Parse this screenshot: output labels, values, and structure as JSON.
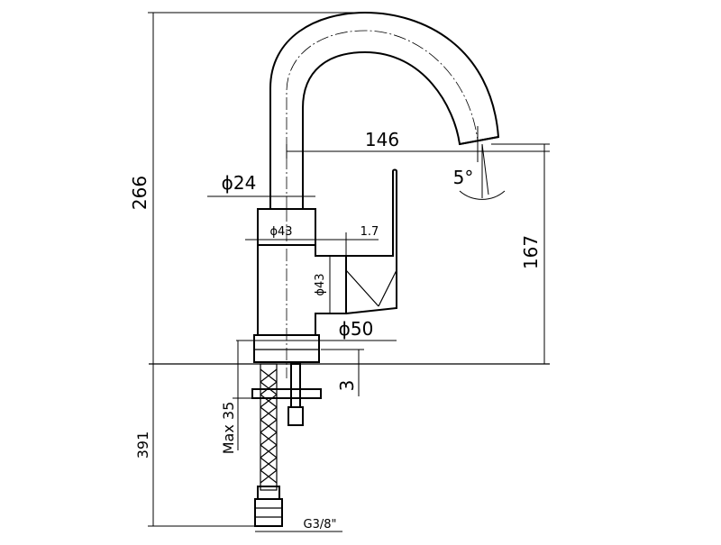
{
  "dimensions": {
    "total_height_top": "266",
    "spout_reach": "146",
    "spout_diameter": "ϕ24",
    "spout_angle": "5°",
    "body_diameter_top": "ϕ43",
    "handle_gap": "1.7",
    "body_diameter_side": "ϕ43",
    "spout_height": "167",
    "base_diameter": "ϕ50",
    "base_thickness": "3",
    "max_counter_thickness": "Max 35",
    "hose_length": "391",
    "hose_thread": "G3/8\""
  },
  "colors": {
    "line": "#000000",
    "background": "#ffffff"
  }
}
